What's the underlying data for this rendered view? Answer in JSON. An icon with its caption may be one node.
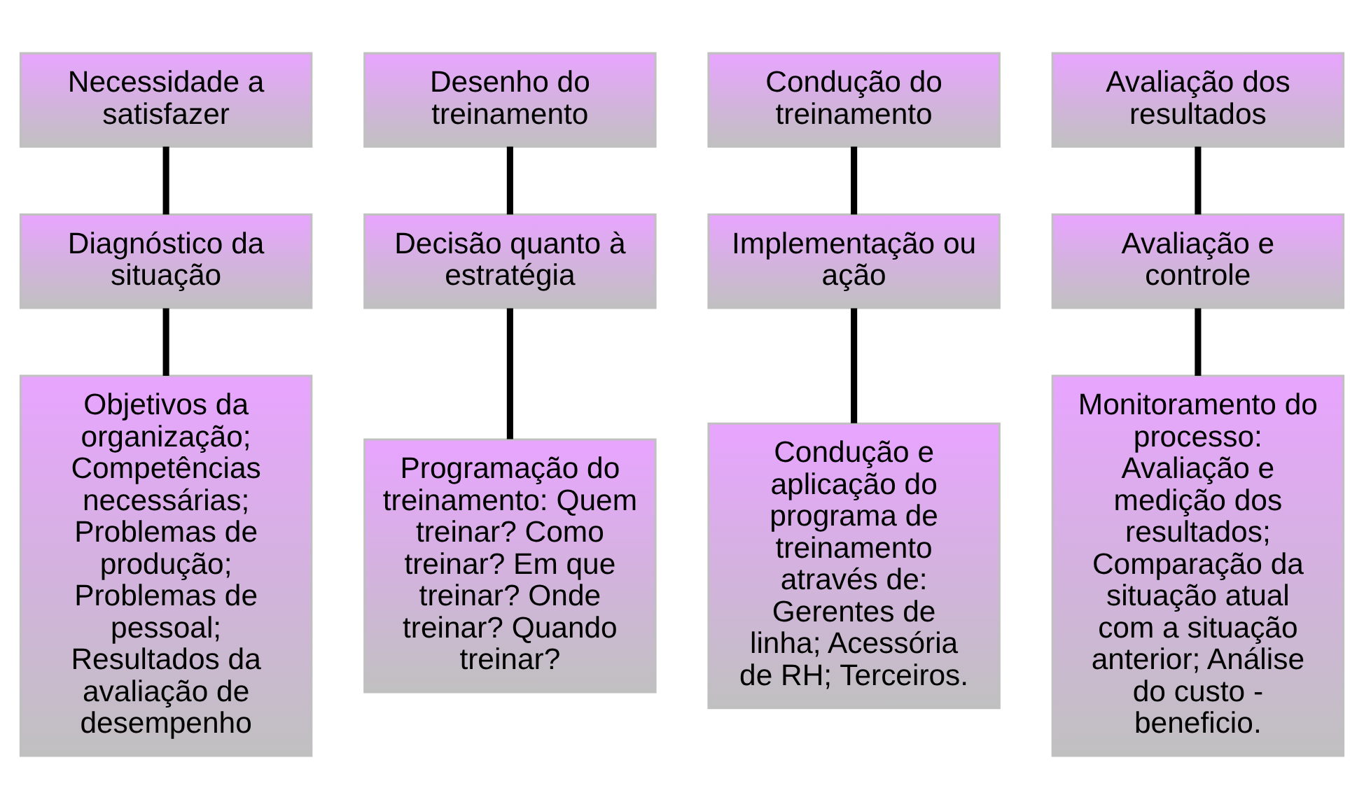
{
  "diagram": {
    "nodes": [
      {
        "text": [
          "Necessidade a satisfazer"
        ]
      },
      {
        "text": [
          "Desenho do treinamento"
        ]
      },
      {
        "text": [
          "Condução do treinamento"
        ]
      },
      {
        "text": [
          "Avaliação dos resultados"
        ]
      },
      {
        "text": [
          "Diagnóstico da situação"
        ]
      },
      {
        "text": [
          "Decisão quanto à estratégia"
        ]
      },
      {
        "text": [
          "Implementação ou ação"
        ]
      },
      {
        "text": [
          "Avaliação e controle"
        ]
      },
      {
        "text": [
          "Objetivos da organização; Competências necessárias; Problemas de produção; Problemas de pessoal; Resultados da avaliação de desempenho"
        ]
      },
      {
        "text": [
          "Programação do treinamento: Quem treinar? Como treinar? Em que treinar? Onde treinar? Quando treinar?"
        ]
      },
      {
        "text": [
          "Condução e aplicação do programa de treinamento através de: Gerentes de linha; Acessória de RH; Terceiros."
        ]
      },
      {
        "text": [
          "Monitoramento do processo: Avaliação e medição dos resultados; Comparação da situação atual com a situação anterior; Análise do custo - beneficio."
        ]
      }
    ],
    "edges": [
      {
        "from": 0,
        "to": 4,
        "arrow": "none"
      },
      {
        "from": 4,
        "to": 8,
        "arrow": "none"
      },
      {
        "from": 1,
        "to": 5,
        "arrow": "none"
      },
      {
        "from": 5,
        "to": 9,
        "arrow": "none"
      },
      {
        "from": 2,
        "to": 6,
        "arrow": "none"
      },
      {
        "from": 6,
        "to": 10,
        "arrow": "none"
      },
      {
        "from": 3,
        "to": 7,
        "arrow": "none"
      },
      {
        "from": 7,
        "to": 11,
        "arrow": "none"
      }
    ]
  }
}
